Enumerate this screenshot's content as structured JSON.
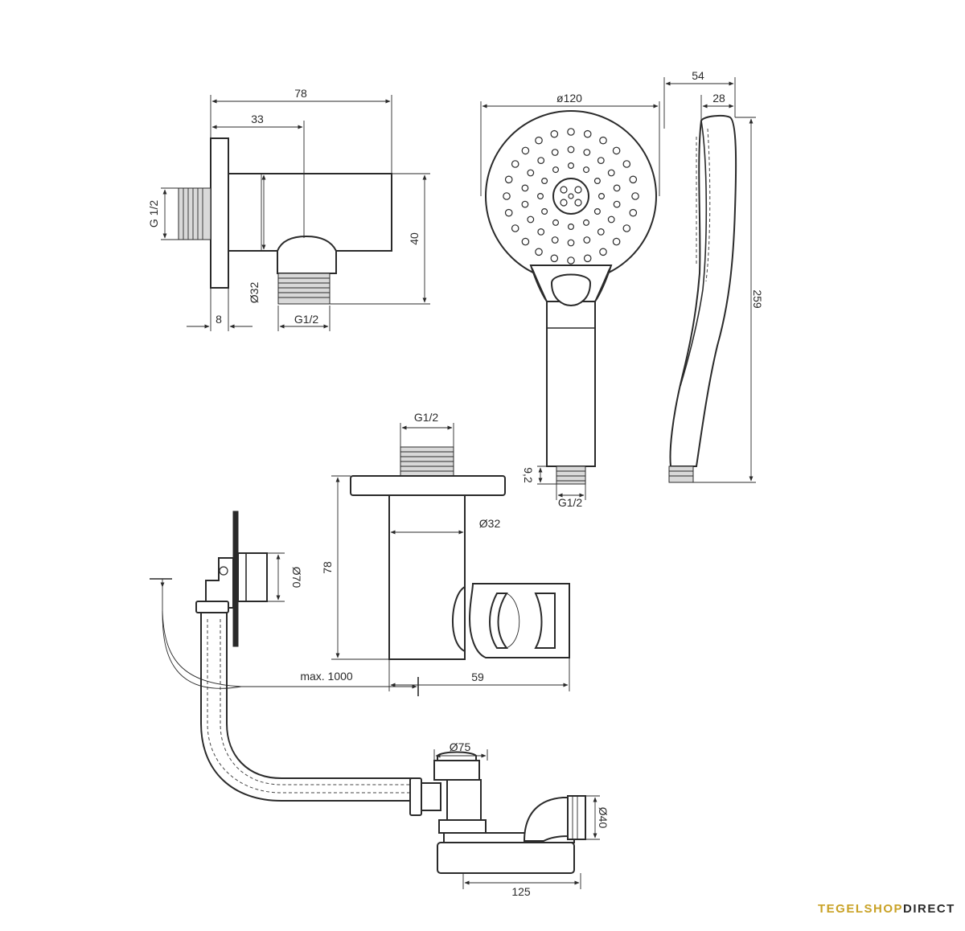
{
  "dimensions": {
    "wall_outlet_width": "78",
    "wall_outlet_center": "33",
    "wall_outlet_thread_left": "G 1/2",
    "wall_outlet_height": "40",
    "wall_outlet_diameter": "Ø32",
    "wall_outlet_plate": "8",
    "wall_outlet_thread_bottom": "G1/2",
    "hand_shower_diameter": "ø120",
    "hand_shower_depth": "54",
    "hand_shower_handle_depth": "28",
    "hand_shower_length": "259",
    "hand_shower_thread_len": "9,2",
    "hand_shower_thread": "G1/2",
    "holder_thread": "G1/2",
    "holder_diameter": "Ø32",
    "holder_height": "78",
    "holder_depth": "59",
    "drain_diameter": "Ø70",
    "drain_max_length": "max. 1000",
    "waste_diameter": "Ø75",
    "waste_outlet": "Ø40",
    "waste_width": "125"
  },
  "brand": {
    "part1": "TEGELSHOP",
    "part2": "DIRECT"
  }
}
